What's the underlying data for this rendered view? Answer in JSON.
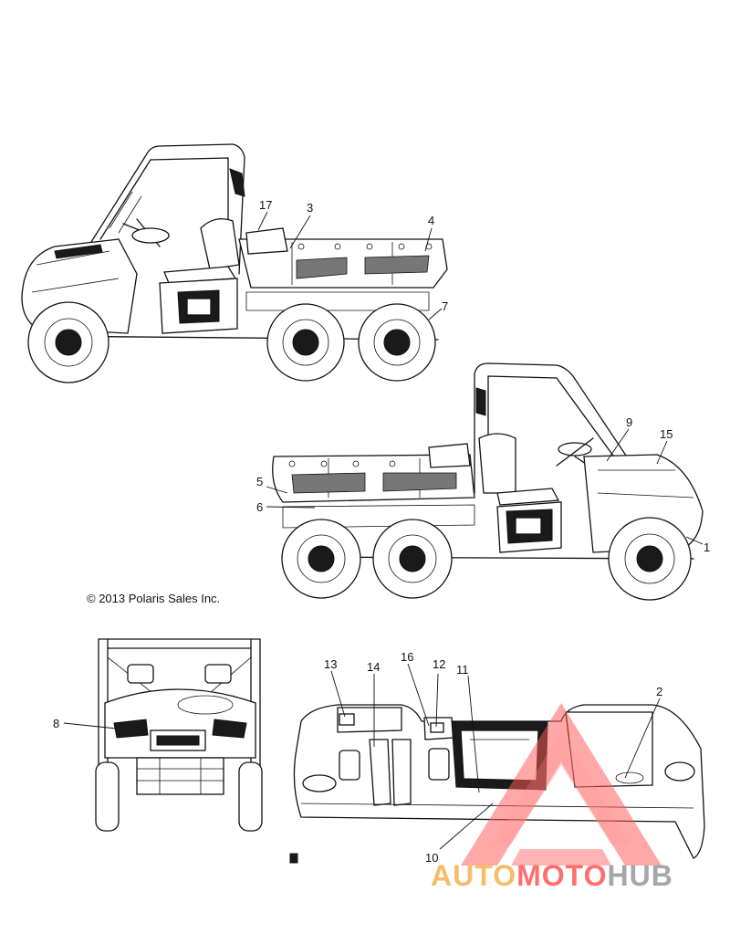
{
  "copyright": "© 2013 Polaris Sales Inc.",
  "callouts": [
    "1",
    "2",
    "3",
    "4",
    "5",
    "6",
    "7",
    "8",
    "9",
    "10",
    "11",
    "12",
    "13",
    "14",
    "15",
    "16",
    "17"
  ],
  "watermark": {
    "part1": "AUTO",
    "part2": "MOTO",
    "part3": "HUB",
    "color_primary": "#f4a83a",
    "color_secondary": "#ff4040",
    "color_tertiary": "#8a8a8a"
  },
  "colors": {
    "line": "#111111",
    "background": "#ffffff",
    "watermark_triangle": "#ff5a5a"
  }
}
